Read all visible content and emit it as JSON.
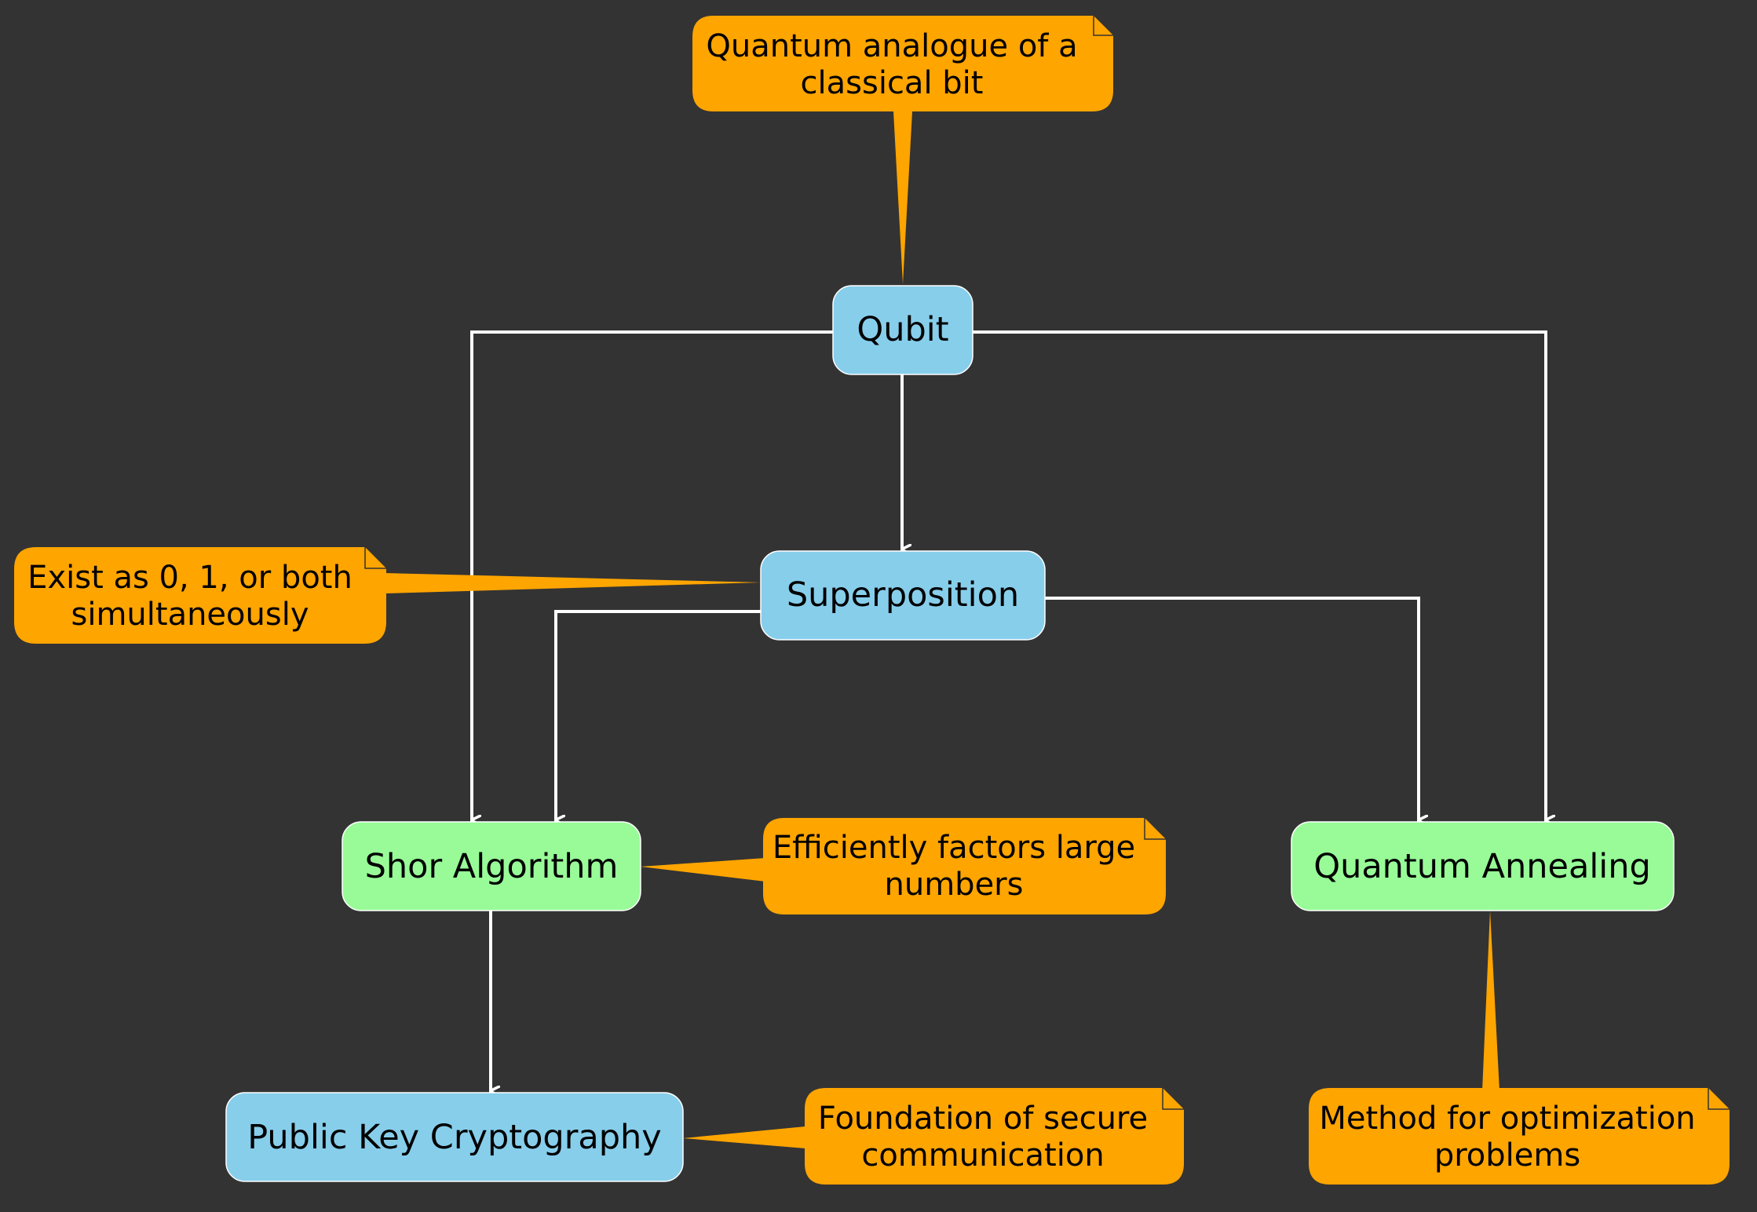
{
  "colors": {
    "background": "#333333",
    "concept_node": "#87CEEB",
    "application_node": "#98FB98",
    "note": "#FFA500",
    "edge": "#FFFFFF"
  },
  "nodes": {
    "qubit": "Qubit",
    "superposition": "Superposition",
    "shor": "Shor Algorithm",
    "annealing": "Quantum Annealing",
    "pkc": "Public Key Cryptography"
  },
  "notes": {
    "qubit": [
      "Quantum analogue of a",
      "classical bit"
    ],
    "superposition": [
      "Exist as 0, 1, or both",
      "simultaneously"
    ],
    "shor": [
      "Efficiently factors large",
      "numbers"
    ],
    "pkc": [
      "Foundation of secure",
      "communication"
    ],
    "annealing": [
      "Method for optimization",
      "problems"
    ]
  }
}
